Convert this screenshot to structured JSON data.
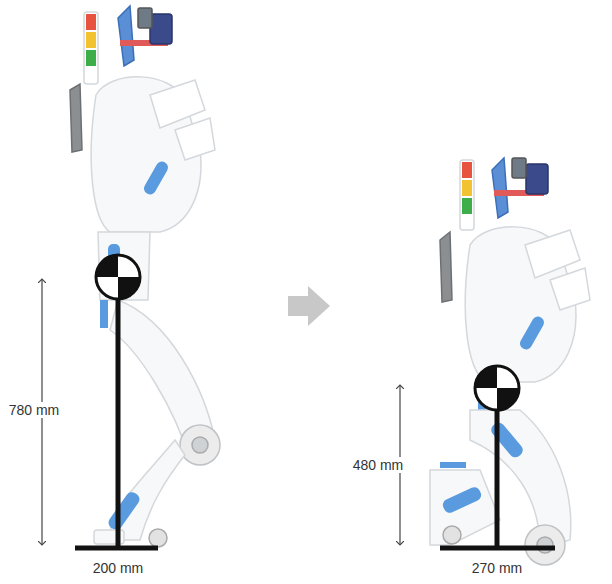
{
  "diagram": {
    "labels": [
      "780 mm",
      "200 mm",
      "480 mm",
      "270 mm"
    ]
  }
}
